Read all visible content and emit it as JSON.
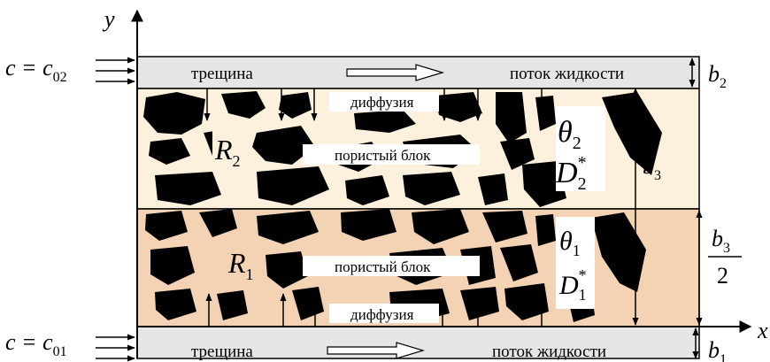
{
  "axes": {
    "y_label": "y",
    "x_label": "x"
  },
  "top_fracture": {
    "label": "трещина",
    "flow_label": "поток жидкости",
    "inlet": {
      "lhs": "c = c",
      "sub": "02"
    },
    "width": {
      "base": "b",
      "sub": "2"
    }
  },
  "bottom_fracture": {
    "label": "трещина",
    "flow_label": "поток жидкости",
    "inlet": {
      "lhs": "c = c",
      "sub": "01"
    },
    "width": {
      "base": "b",
      "sub": "1"
    }
  },
  "upper_block": {
    "diffusion_label": "диффузия",
    "block_label": "пористый блок",
    "region": {
      "base": "R",
      "sub": "2"
    },
    "theta": {
      "base": "θ",
      "sub": "2"
    },
    "diff_coef": {
      "base": "D",
      "sub": "2",
      "sup": "*"
    },
    "thickness": {
      "base": "b",
      "sub": "3"
    }
  },
  "lower_block": {
    "diffusion_label": "диффузия",
    "block_label": "пористый блок",
    "region": {
      "base": "R",
      "sub": "1"
    },
    "theta": {
      "base": "θ",
      "sub": "1"
    },
    "diff_coef": {
      "base": "D",
      "sub": "1",
      "sup": "*"
    },
    "half_thickness": {
      "num_base": "b",
      "num_sub": "3",
      "den": "2"
    }
  },
  "colors": {
    "fracture": "#e6e6e6",
    "upper_block": "#fdf0dc",
    "lower_block": "#f4d3b4",
    "grains": "#000000",
    "outline": "#000000"
  }
}
